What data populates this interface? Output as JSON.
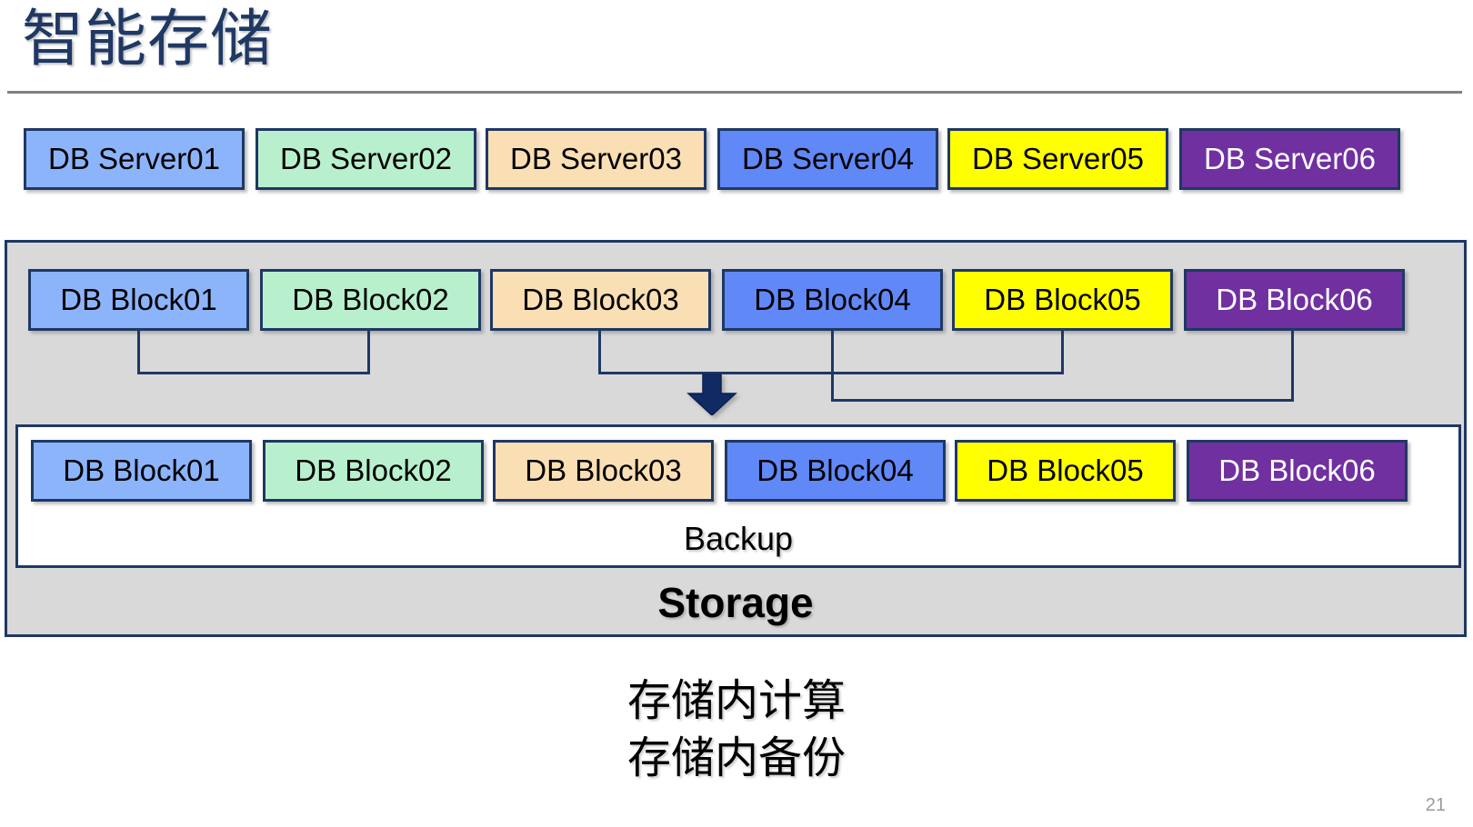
{
  "slide": {
    "title": "智能存储",
    "page_number": "21",
    "title_color": "#1f3864",
    "rule_color": "#808080"
  },
  "palette": {
    "light_blue": "#8cb4fb",
    "mint_green": "#b8f0cd",
    "peach": "#fadfb4",
    "royal_blue": "#6188f7",
    "yellow": "#ffff00",
    "purple": "#7030a0",
    "border_navy": "#1f3864",
    "panel_gray": "#d9d9d9",
    "backup_white": "#ffffff"
  },
  "server_row": {
    "items": [
      {
        "label": "DB Server01",
        "color_key": "light_blue",
        "text": "dark"
      },
      {
        "label": "DB Server02",
        "color_key": "mint_green",
        "text": "dark"
      },
      {
        "label": "DB Server03",
        "color_key": "peach",
        "text": "dark"
      },
      {
        "label": "DB Server04",
        "color_key": "royal_blue",
        "text": "dark"
      },
      {
        "label": "DB Server05",
        "color_key": "yellow",
        "text": "dark"
      },
      {
        "label": "DB Server06",
        "color_key": "purple",
        "text": "light"
      }
    ]
  },
  "storage": {
    "label": "Storage",
    "backup_label": "Backup",
    "block_row_top": {
      "items": [
        {
          "label": "DB Block01",
          "color_key": "light_blue",
          "text": "dark"
        },
        {
          "label": "DB Block02",
          "color_key": "mint_green",
          "text": "dark"
        },
        {
          "label": "DB Block03",
          "color_key": "peach",
          "text": "dark"
        },
        {
          "label": "DB Block04",
          "color_key": "royal_blue",
          "text": "dark"
        },
        {
          "label": "DB Block05",
          "color_key": "yellow",
          "text": "dark"
        },
        {
          "label": "DB Block06",
          "color_key": "purple",
          "text": "light"
        }
      ]
    },
    "block_row_backup": {
      "items": [
        {
          "label": "DB Block01",
          "color_key": "light_blue",
          "text": "dark"
        },
        {
          "label": "DB Block02",
          "color_key": "mint_green",
          "text": "dark"
        },
        {
          "label": "DB Block03",
          "color_key": "peach",
          "text": "dark"
        },
        {
          "label": "DB Block04",
          "color_key": "royal_blue",
          "text": "dark"
        },
        {
          "label": "DB Block05",
          "color_key": "yellow",
          "text": "dark"
        },
        {
          "label": "DB Block06",
          "color_key": "purple",
          "text": "light"
        }
      ]
    },
    "connections": [
      {
        "from": "DB Block01",
        "to": "DB Block02"
      },
      {
        "from": "DB Block03",
        "to": "DB Block05"
      },
      {
        "from": "DB Block04",
        "to": "DB Block06"
      }
    ],
    "flow_arrow": "down-arrow"
  },
  "captions": {
    "line1": "存储内计算",
    "line2": "存储内备份"
  }
}
